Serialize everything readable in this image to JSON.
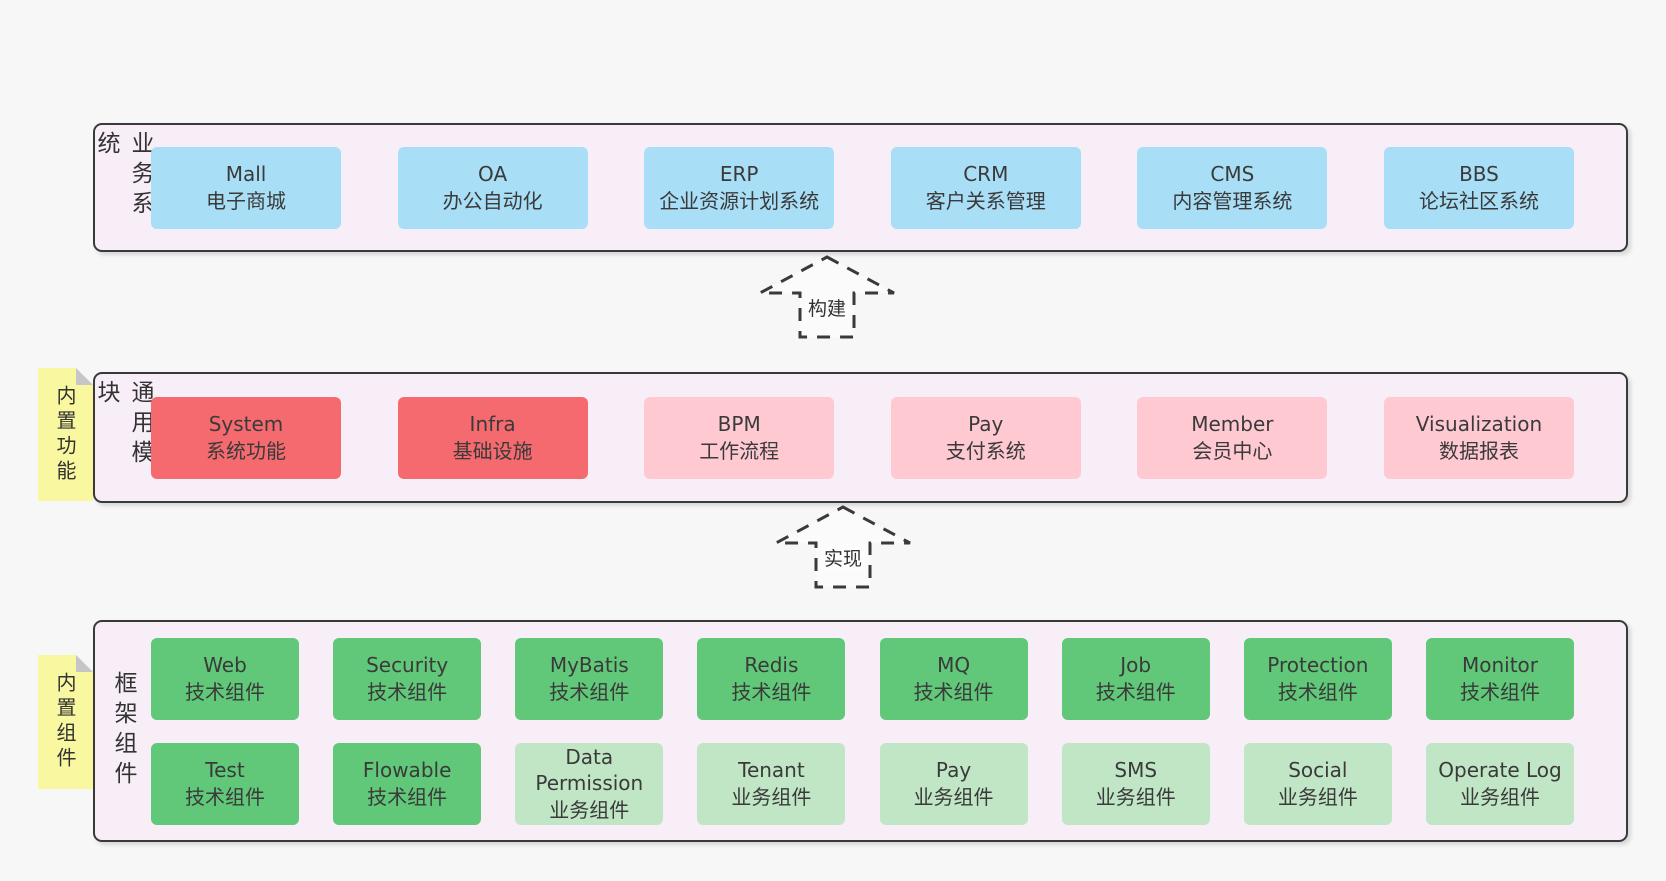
{
  "colors": {
    "bg": "#f7f7f7",
    "panel": "#f8eef7",
    "line": "#3a3a3a",
    "text": "#3c3c3c",
    "blue": "#a9def7",
    "red": "#f56a6e",
    "pink": "#ffc9d2",
    "green": "#60c878",
    "lightgreen": "#c1e6c6",
    "yellow": "#f9f8a0",
    "fold": "#c6c6c8"
  },
  "arrows": [
    {
      "label": "构建"
    },
    {
      "label": "实现"
    }
  ],
  "layers": [
    {
      "title": "业务系统",
      "rows": [
        [
          {
            "en": "Mall",
            "zh": "电子商城",
            "type": "blue"
          },
          {
            "en": "OA",
            "zh": "办公自动化",
            "type": "blue"
          },
          {
            "en": "ERP",
            "zh": "企业资源计划系统",
            "type": "blue"
          },
          {
            "en": "CRM",
            "zh": "客户关系管理",
            "type": "blue"
          },
          {
            "en": "CMS",
            "zh": "内容管理系统",
            "type": "blue"
          },
          {
            "en": "BBS",
            "zh": "论坛社区系统",
            "type": "blue"
          }
        ]
      ]
    },
    {
      "title": "通用模块",
      "tab": "内置功能",
      "rows": [
        [
          {
            "en": "System",
            "zh": "系统功能",
            "type": "red"
          },
          {
            "en": "Infra",
            "zh": "基础设施",
            "type": "red"
          },
          {
            "en": "BPM",
            "zh": "工作流程",
            "type": "pink"
          },
          {
            "en": "Pay",
            "zh": "支付系统",
            "type": "pink"
          },
          {
            "en": "Member",
            "zh": "会员中心",
            "type": "pink"
          },
          {
            "en": "Visualization",
            "zh": "数据报表",
            "type": "pink"
          }
        ]
      ]
    },
    {
      "title": "框架组件",
      "tab": "内置组件",
      "rows": [
        [
          {
            "en": "Web",
            "zh": "技术组件",
            "type": "green"
          },
          {
            "en": "Security",
            "zh": "技术组件",
            "type": "green"
          },
          {
            "en": "MyBatis",
            "zh": "技术组件",
            "type": "green"
          },
          {
            "en": "Redis",
            "zh": "技术组件",
            "type": "green"
          },
          {
            "en": "MQ",
            "zh": "技术组件",
            "type": "green"
          },
          {
            "en": "Job",
            "zh": "技术组件",
            "type": "green"
          },
          {
            "en": "Protection",
            "zh": "技术组件",
            "type": "green"
          },
          {
            "en": "Monitor",
            "zh": "技术组件",
            "type": "green"
          }
        ],
        [
          {
            "en": "Test",
            "zh": "技术组件",
            "type": "green"
          },
          {
            "en": "Flowable",
            "zh": "技术组件",
            "type": "green"
          },
          {
            "en": "Data Permission",
            "zh": "业务组件",
            "type": "lightgreen"
          },
          {
            "en": "Tenant",
            "zh": "业务组件",
            "type": "lightgreen"
          },
          {
            "en": "Pay",
            "zh": "业务组件",
            "type": "lightgreen"
          },
          {
            "en": "SMS",
            "zh": "业务组件",
            "type": "lightgreen"
          },
          {
            "en": "Social",
            "zh": "业务组件",
            "type": "lightgreen"
          },
          {
            "en": "Operate Log",
            "zh": "业务组件",
            "type": "lightgreen"
          }
        ]
      ]
    }
  ]
}
